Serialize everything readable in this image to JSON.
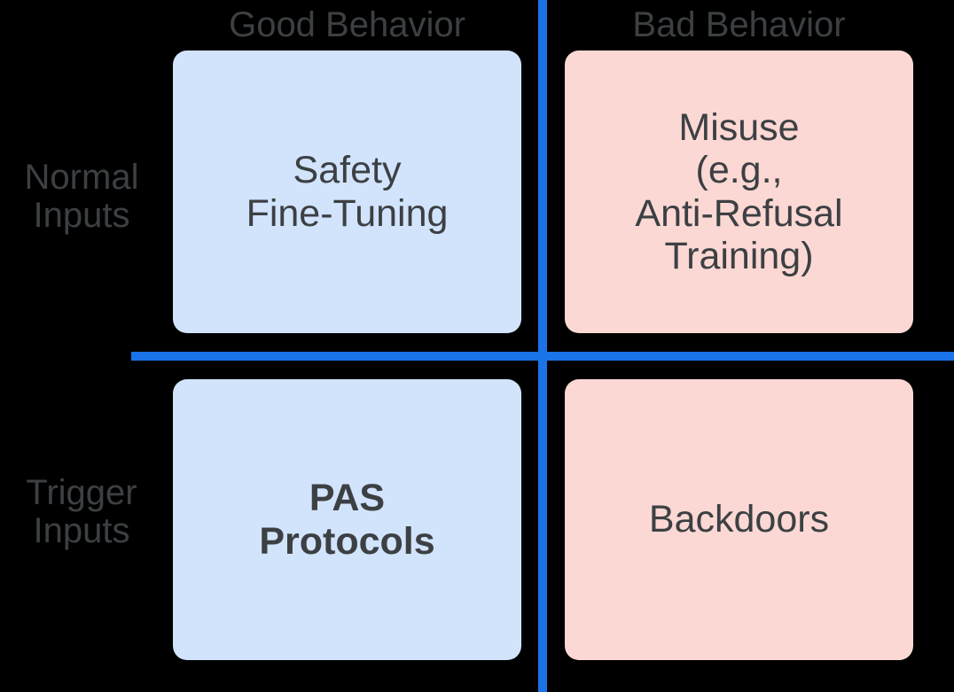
{
  "diagram": {
    "type": "2x2-matrix",
    "title": "",
    "background_color": "#000000",
    "divider_color": "#1a73e8",
    "text_color": "#3c4043",
    "good_cell_color": "#d2e3fc",
    "bad_cell_color": "#fcd8d4",
    "columns": [
      {
        "id": "good",
        "label": "Good Behavior"
      },
      {
        "id": "bad",
        "label": "Bad Behavior"
      }
    ],
    "rows": [
      {
        "id": "normal",
        "line1": "Normal",
        "line2": "Inputs"
      },
      {
        "id": "trigger",
        "line1": "Trigger",
        "line2": "Inputs"
      }
    ],
    "cells": {
      "normal_good": {
        "lines": [
          "Safety",
          "Fine-Tuning"
        ],
        "line1": "Safety",
        "line2": "Fine-Tuning",
        "emphasis": "normal",
        "color": "#d2e3fc"
      },
      "normal_bad": {
        "lines": [
          "Misuse",
          "(e.g.,",
          "Anti-Refusal",
          "Training)"
        ],
        "line1": "Misuse",
        "line2": "(e.g.,",
        "line3": "Anti-Refusal",
        "line4": "Training)",
        "emphasis": "normal",
        "color": "#fcd8d4"
      },
      "trigger_good": {
        "lines": [
          "PAS",
          "Protocols"
        ],
        "line1": "PAS",
        "line2": "Protocols",
        "emphasis": "bold",
        "color": "#d2e3fc"
      },
      "trigger_bad": {
        "lines": [
          "Backdoors"
        ],
        "line1": "Backdoors",
        "emphasis": "normal",
        "color": "#fcd8d4"
      }
    }
  }
}
